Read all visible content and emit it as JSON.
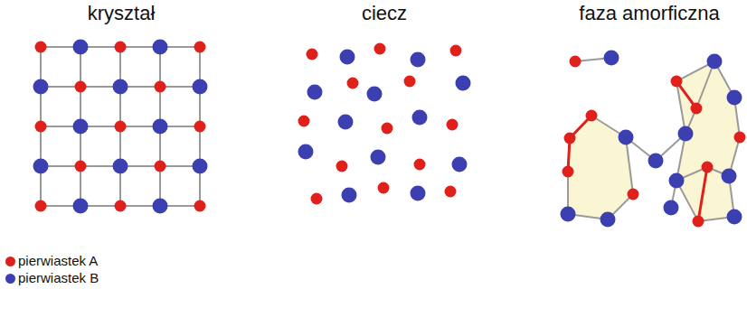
{
  "diagram": {
    "labels": [
      "kryształ",
      "ciecz",
      "faza amorficzna"
    ],
    "legend": [
      {
        "text": "pierwiastek A",
        "color": "#e0201b"
      },
      {
        "text": "pierwiastek B",
        "color": "#3b3fb0"
      }
    ]
  }
}
